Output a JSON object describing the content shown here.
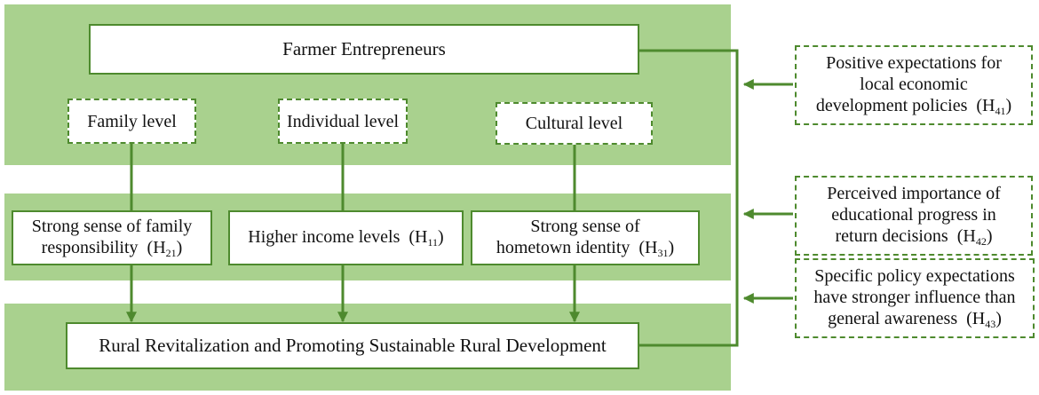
{
  "top": {
    "label": "Farmer Entrepreneurs"
  },
  "levels": [
    {
      "label": "Family level"
    },
    {
      "label": "Individual level"
    },
    {
      "label": "Cultural level"
    }
  ],
  "middle": [
    {
      "line1": "Strong sense of family",
      "line2": "responsibility  (H",
      "sub": "21",
      "close": ")"
    },
    {
      "line1": "Higher income levels  (H",
      "sub": "11",
      "close": ")"
    },
    {
      "line1": "Strong sense of",
      "line2": "hometown identity  (H",
      "sub": "31",
      "close": ")"
    }
  ],
  "bottom": {
    "label": "Rural Revitalization and Promoting Sustainable Rural Development"
  },
  "moderators": [
    {
      "line1": "Positive expectations for",
      "line2": "local economic",
      "line3": "development policies  (H",
      "sub": "41",
      "close": ")"
    },
    {
      "line1": "Perceived importance of",
      "line2": "educational progress in",
      "line3": "return decisions  (H",
      "sub": "42",
      "close": ")"
    },
    {
      "line1": "Specific policy expectations",
      "line2": "have stronger influence than",
      "line3": "general awareness  (H",
      "sub": "43",
      "close": ")"
    }
  ],
  "colors": {
    "band": "#a9d18e",
    "line": "#4e8a2e",
    "box": "#ffffff"
  }
}
